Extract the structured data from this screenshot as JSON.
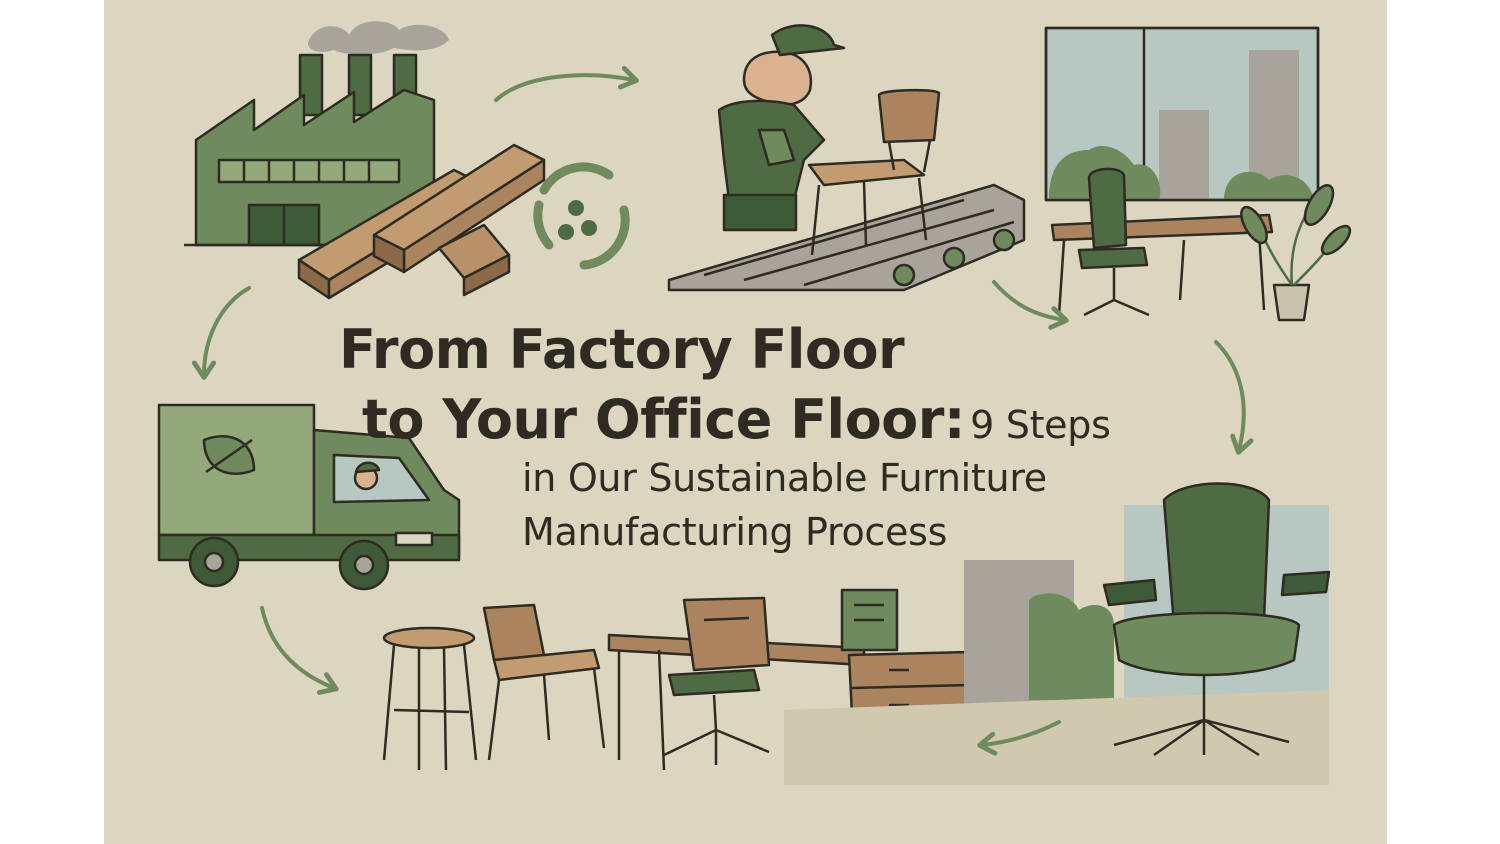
{
  "headline": {
    "line1": "From Factory Floor",
    "line2_bold": "to Your Office Floor:",
    "line2_rest": "9 Steps",
    "line3": "in Our Sustainable Furniture",
    "line4": "Manufacturing Process"
  },
  "colors": {
    "background": "#dcd6c0",
    "green_dark": "#4f6b44",
    "green_mid": "#6f8a5c",
    "green_light": "#93a97c",
    "wood": "#a9845e",
    "wood_light": "#c29b70",
    "ink": "#2e2b22",
    "sky": "#b7c7c2"
  }
}
